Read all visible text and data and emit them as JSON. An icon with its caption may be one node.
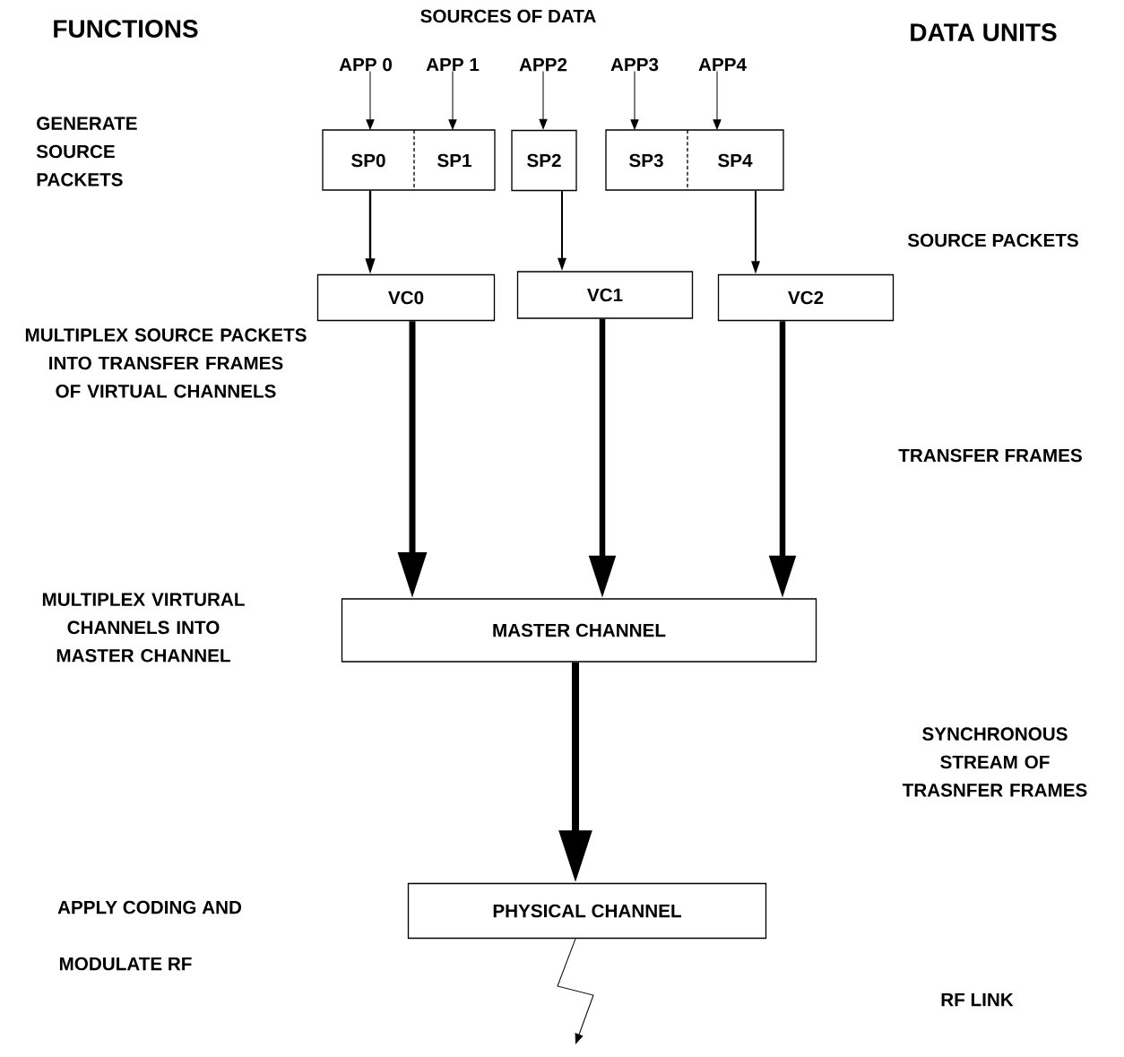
{
  "diagram": {
    "nodes": [
      {
        "text": [
          "APP 0"
        ]
      },
      {
        "text": [
          "APP 1"
        ]
      },
      {
        "text": [
          "APP2"
        ]
      },
      {
        "text": [
          "APP3"
        ]
      },
      {
        "text": [
          "APP4"
        ]
      },
      {
        "text": [
          "SP0"
        ]
      },
      {
        "text": [
          "SP1"
        ]
      },
      {
        "text": [
          "SP2"
        ]
      },
      {
        "text": [
          "SP3"
        ]
      },
      {
        "text": [
          "SP4"
        ]
      },
      {
        "text": [
          "VC0"
        ]
      },
      {
        "text": [
          "VC1"
        ]
      },
      {
        "text": [
          "VC2"
        ]
      },
      {
        "text": [
          "MASTER CHANNEL"
        ]
      },
      {
        "text": [
          "PHYSICAL CHANNEL"
        ]
      }
    ],
    "edges": [
      {
        "from": 0,
        "to": 5,
        "arrow": "to"
      },
      {
        "from": 1,
        "to": 6,
        "arrow": "to"
      },
      {
        "from": 2,
        "to": 7,
        "arrow": "to"
      },
      {
        "from": 3,
        "to": 8,
        "arrow": "to"
      },
      {
        "from": 4,
        "to": 9,
        "arrow": "to"
      },
      {
        "from": 5,
        "to": 10,
        "arrow": "to"
      },
      {
        "from": 7,
        "to": 11,
        "arrow": "to"
      },
      {
        "from": 9,
        "to": 12,
        "arrow": "to"
      },
      {
        "from": 10,
        "to": 13,
        "arrow": "to",
        "style": "thick"
      },
      {
        "from": 11,
        "to": 13,
        "arrow": "to",
        "style": "thick"
      },
      {
        "from": 12,
        "to": 13,
        "arrow": "to",
        "style": "thick"
      },
      {
        "from": 13,
        "to": 14,
        "arrow": "to",
        "style": "thick"
      },
      {
        "from": 14,
        "to": null,
        "arrow": "to"
      }
    ],
    "labels": [
      "FUNCTIONS",
      "SOURCES OF DATA",
      "DATA UNITS",
      "GENERATE SOURCE PACKETS",
      "SOURCE PACKETS",
      "MULTIPLEX SOURCE PACKETS INTO TRANSFER FRAMES OF VIRTUAL CHANNELS",
      "TRANSFER FRAMES",
      "MULTIPLEX VIRTURAL CHANNELS INTO MASTER CHANNEL",
      "SYNCHRONOUS STREAM OF TRASNFER FRAMES",
      "APPLY CODING AND",
      "MODULATE RF",
      "RF LINK"
    ]
  }
}
